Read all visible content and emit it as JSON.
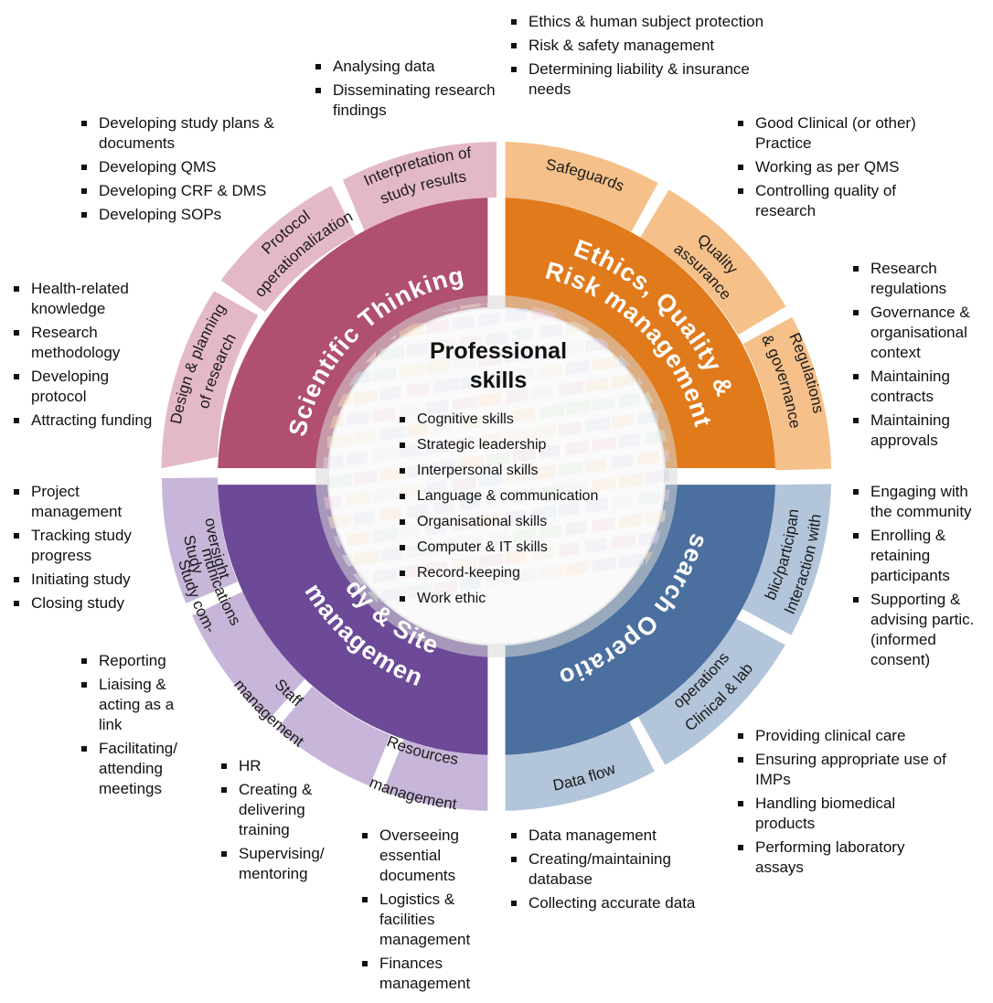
{
  "center": {
    "title_line1": "Professional",
    "title_line2": "skills",
    "core_skills": [
      "Cognitive skills",
      "Strategic leadership",
      "Interpersonal skills",
      "Language & communication",
      "Organisational skills",
      "Computer & IT skills",
      "Record-keeping",
      "Work ethic"
    ]
  },
  "colors": {
    "scientific": "#b04f6e",
    "scientific_outer": "#e4b9c6",
    "ethics": "#e17a1a",
    "ethics_outer": "#f5c089",
    "research": "#4b6f9e",
    "research_outer": "#b3c5da",
    "study": "#6c4a97",
    "study_outer": "#c7b6d9"
  },
  "domains": {
    "scientific": "Scientific Thinking",
    "ethics_line1": "Ethics, Quality &",
    "ethics_line2": "Risk management",
    "research": "Research Operations",
    "study_line1": "Study & Site(s)",
    "study_line2": "management"
  },
  "outer": {
    "design_1": "Design & planning",
    "design_2": "of research",
    "protocol_1": "Protocol",
    "protocol_2": "operationalization",
    "interpretation_1": "Interpretation of",
    "interpretation_2": "study results",
    "safeguards": "Safeguards",
    "quality_1": "Quality",
    "quality_2": "assurance",
    "regulations_1": "Regulations",
    "regulations_2": "& governance",
    "interaction_1": "Interaction with",
    "interaction_2": "public/participants",
    "clinical_1": "Clinical & lab",
    "clinical_2": "operations",
    "dataflow": "Data flow",
    "resources_1": "Resources",
    "resources_2": "management",
    "staff_1": "Staff",
    "staff_2": "management",
    "comms_1": "Study com-",
    "comms_2": "munications",
    "oversight_1": "Study",
    "oversight_2": "oversight"
  },
  "lists": {
    "analysing": [
      "Analysing data",
      "Disseminating research findings"
    ],
    "ethics": [
      "Ethics & human subject protection",
      "Risk & safety management",
      "Determining liability & insurance needs"
    ],
    "developing": [
      "Developing study plans & documents",
      "Developing QMS",
      "Developing CRF & DMS",
      "Developing SOPs"
    ],
    "gcp": [
      "Good Clinical (or other) Practice",
      "Working as per QMS",
      "Controlling quality of research"
    ],
    "health": [
      "Health-related knowledge",
      "Research methodology",
      "Developing protocol",
      "Attracting funding"
    ],
    "regulations": [
      "Research regulations",
      "Governance & organisational context",
      "Maintaining contracts",
      "Maintaining approvals"
    ],
    "project": [
      "Project management",
      "Tracking study progress",
      "Initiating study",
      "Closing study"
    ],
    "engaging": [
      "Engaging with the community",
      "Enrolling & retaining participants",
      "Supporting & advising partic. (informed consent)"
    ],
    "reporting": [
      "Reporting",
      "Liaising & acting as a link",
      "Facilitating/ attending meetings"
    ],
    "clinical": [
      "Providing clinical care",
      "Ensuring appropriate use of IMPs",
      "Handling biomedical products",
      "Performing laboratory assays"
    ],
    "hr": [
      "HR",
      "Creating & delivering training",
      "Supervising/ mentoring"
    ],
    "overseeing": [
      "Overseeing essential documents",
      "Logistics & facilities management",
      "Finances management"
    ],
    "data": [
      "Data management",
      "Creating/maintaining database",
      "Collecting accurate data"
    ]
  }
}
